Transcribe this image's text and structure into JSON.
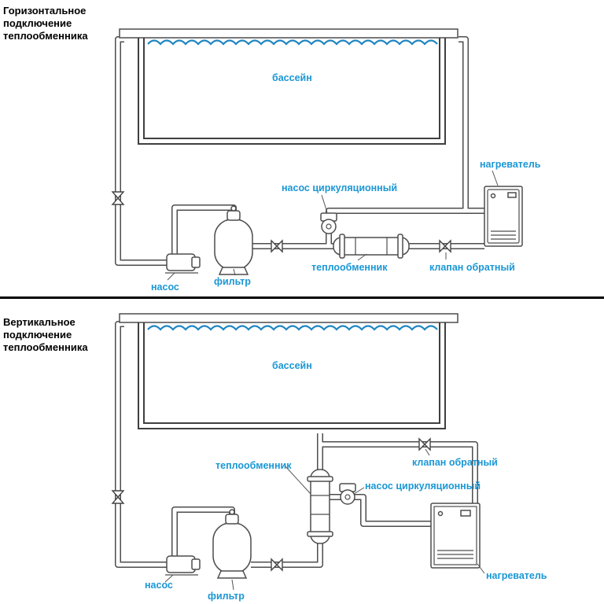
{
  "colors": {
    "label": "#1a97d5",
    "title": "#000000",
    "water": "#1f86c2",
    "divider": "#000000"
  },
  "top_diagram": {
    "title_lines": [
      "Горизонтальное",
      "подключение",
      "теплообменника"
    ],
    "labels": {
      "pool": "бассейн",
      "heater": "нагреватель",
      "circulation_pump": "насос циркуляционный",
      "heat_exchanger": "теплообменник",
      "check_valve": "клапан обратный",
      "pump": "насос",
      "filter": "фильтр"
    }
  },
  "bottom_diagram": {
    "title_lines": [
      "Вертикальное",
      "подключение",
      "теплообменника"
    ],
    "labels": {
      "pool": "бассейн",
      "check_valve": "клапан обратный",
      "heat_exchanger": "теплообменник",
      "circulation_pump": "насос циркуляционный",
      "heater": "нагреватель",
      "pump": "насос",
      "filter": "фильтр"
    }
  }
}
